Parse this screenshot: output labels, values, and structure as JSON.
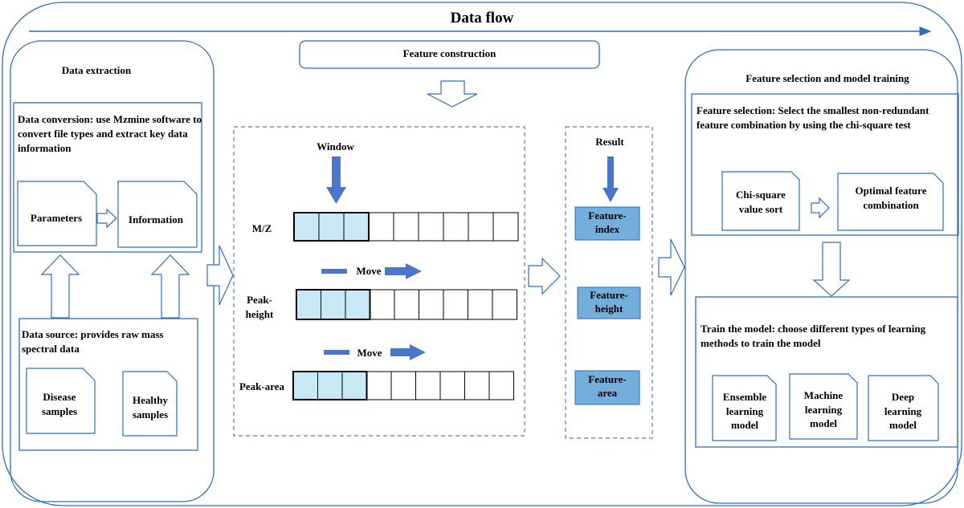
{
  "title": "Data flow",
  "left": {
    "heading": "Data extraction",
    "conversion_text": "Data conversion: use Mzmine software to convert file types and extract key data information",
    "parameters": "Parameters",
    "information": "Information",
    "source_text": "Data source: provides raw mass spectral data",
    "disease": "Disease samples",
    "healthy": "Healthy samples"
  },
  "middle": {
    "heading": "Feature construction",
    "window": "Window",
    "mz": "M/Z",
    "move1": "Move",
    "peak_height": "Peak-height",
    "move2": "Move",
    "peak_area": "Peak-area",
    "cells_per_row": 9,
    "highlighted_cells": 3
  },
  "result": {
    "heading": "Result",
    "index": "Feature-index",
    "height": "Feature-height",
    "area": "Feature-area"
  },
  "right": {
    "heading": "Feature selection and model training",
    "selection_text": "Feature selection: Select the smallest non-redundant feature combination by using the chi-square test",
    "chi_sort": "Chi-square value sort",
    "optimal": "Optimal feature combination",
    "train_text": "Train the model: choose different types of learning methods to train the model",
    "ensemble": "Ensemble learning model",
    "machine": "Machine learning model",
    "deep": "Deep learning model"
  },
  "colors": {
    "line": "#2e6fba",
    "arrow_fill": "#4a77c9",
    "cell_highlight": "#c9e8f6",
    "result_fill": "#74aedb",
    "dashed": "#5a80b0"
  }
}
